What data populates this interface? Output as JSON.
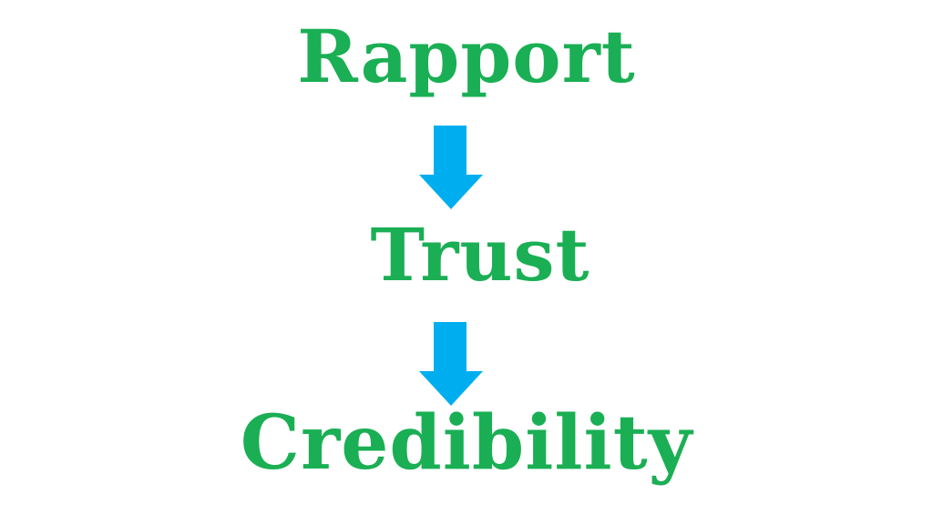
{
  "diagram": {
    "steps": [
      "Rapport",
      "Trust",
      "Credibility"
    ],
    "arrow_icon": "down-arrow-icon",
    "colors": {
      "text": "#1aaf54",
      "arrow": "#00aeef",
      "background": "#ffffff"
    }
  }
}
